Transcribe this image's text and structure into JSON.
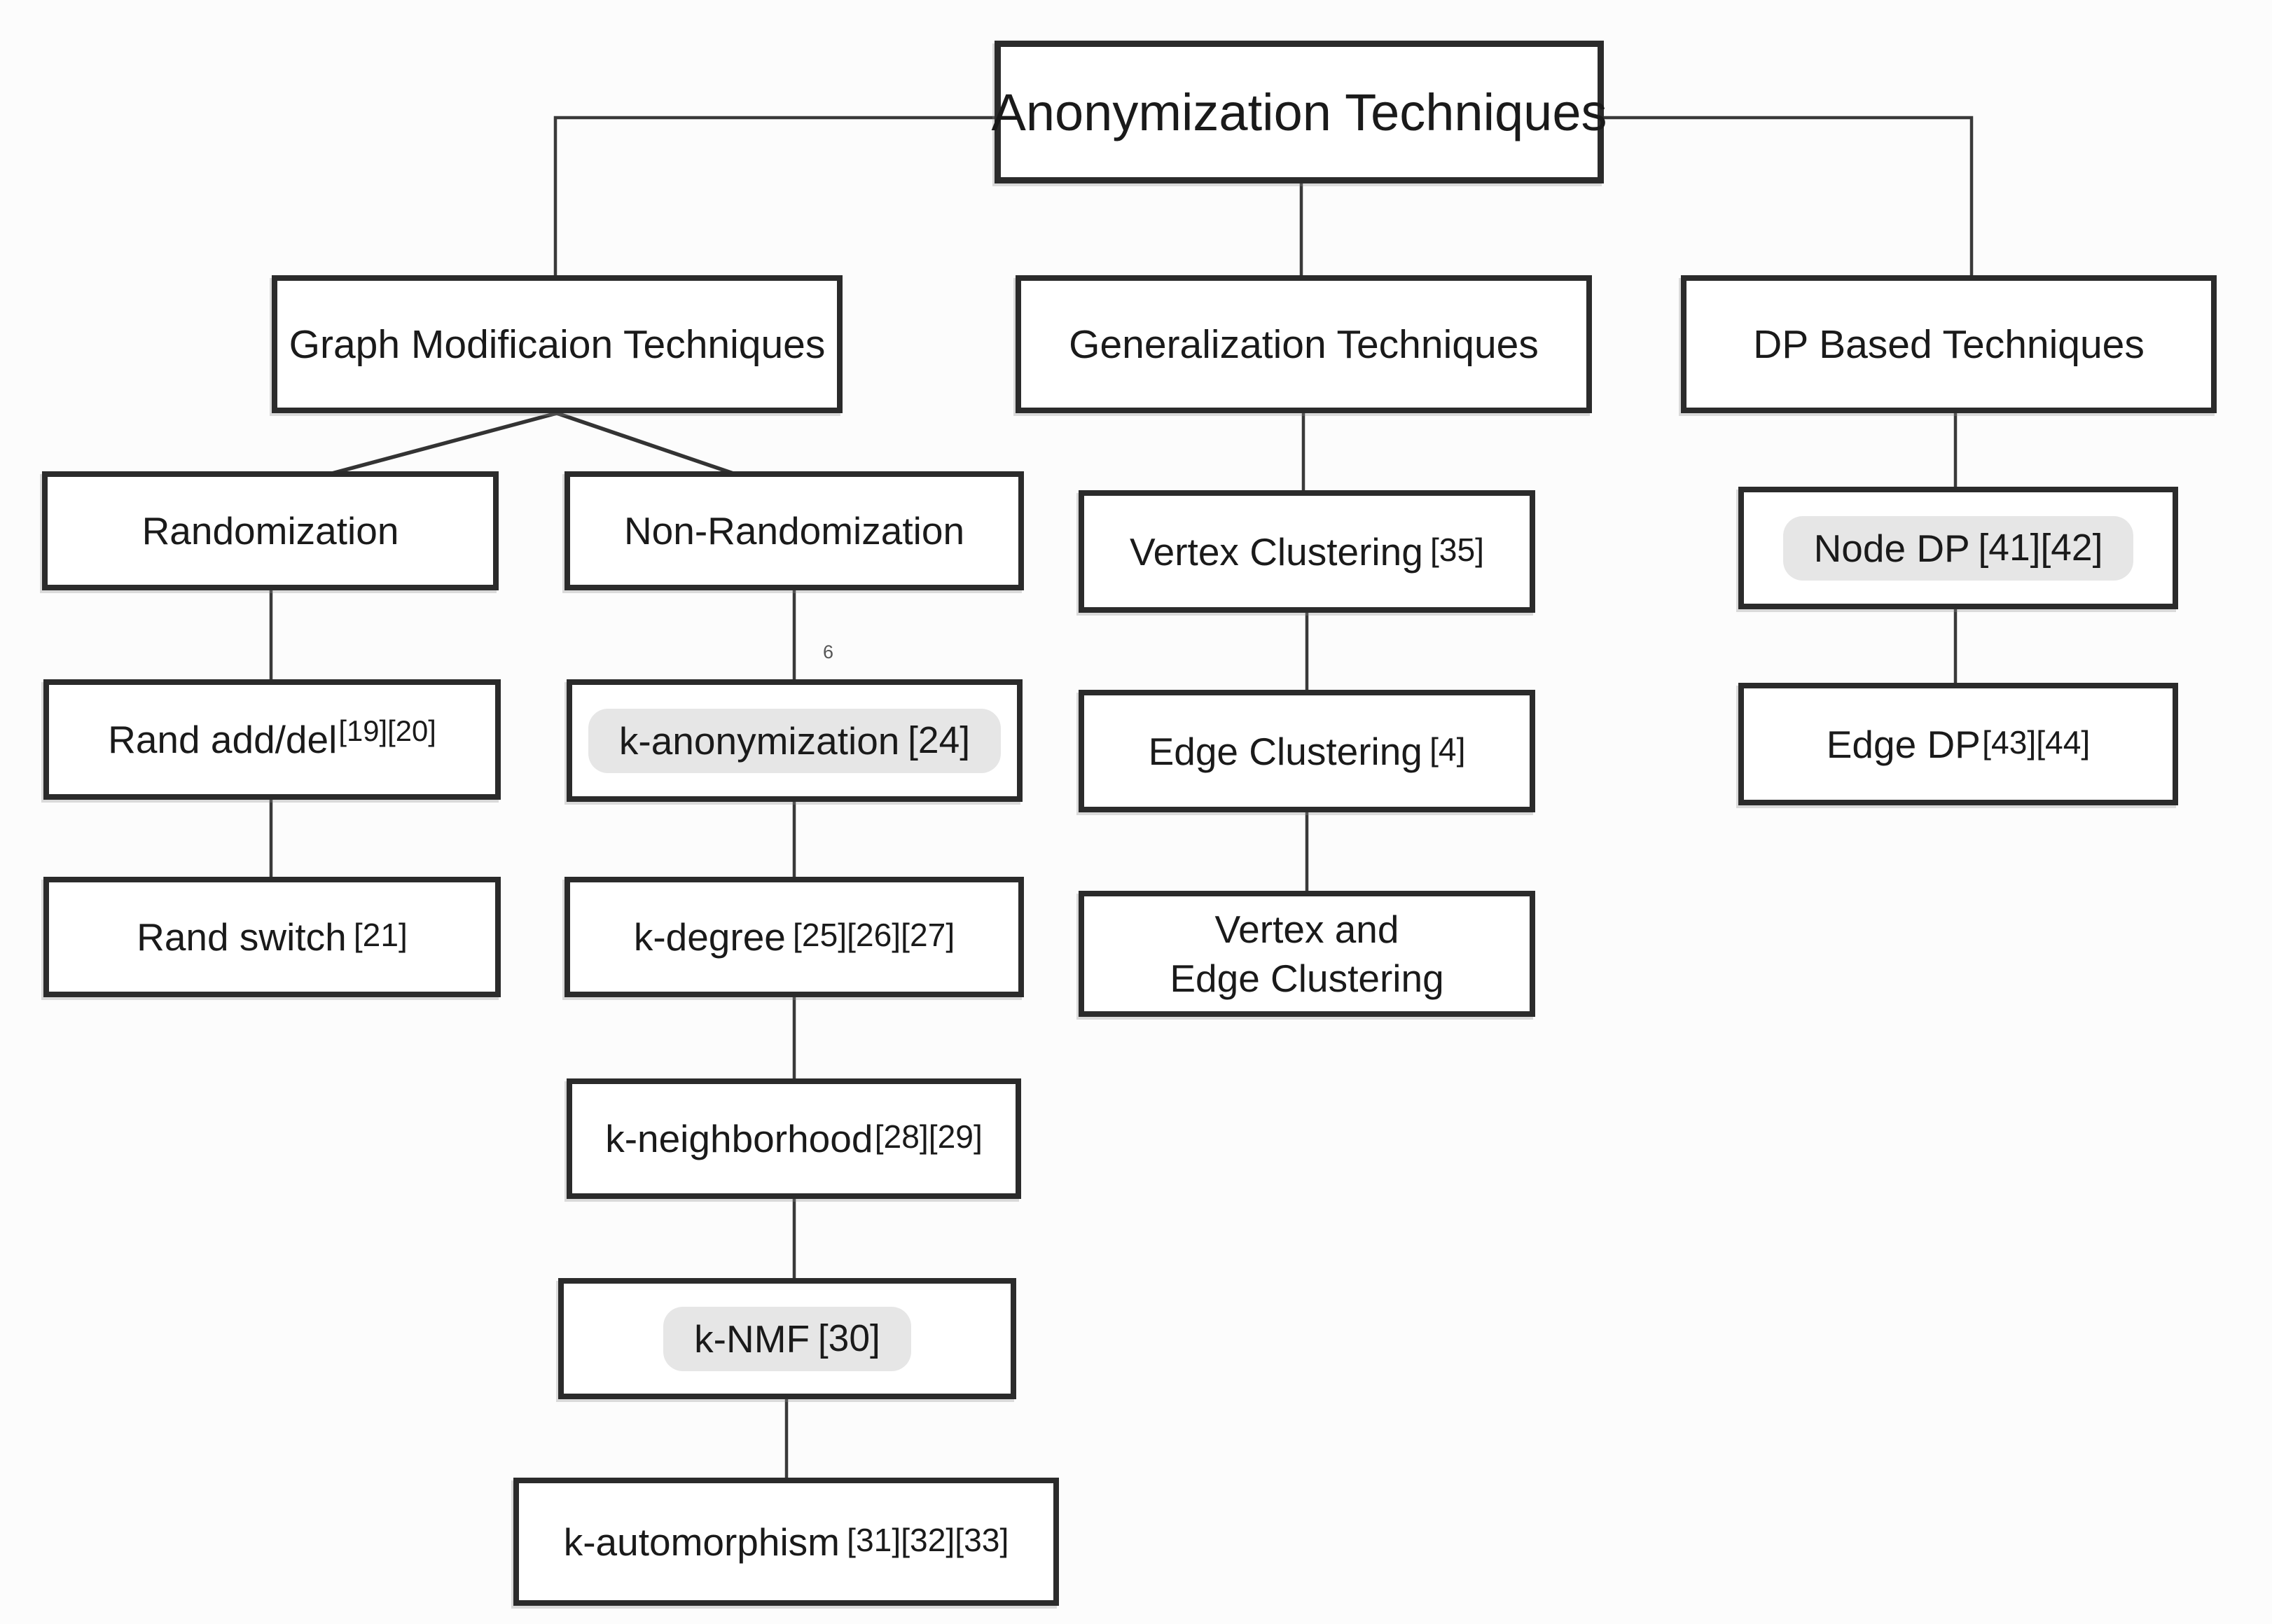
{
  "diagram": {
    "nodes": {
      "root": {
        "label": "Anonymization Techniques"
      },
      "graph_mod": {
        "label": "Graph Modificaion Techniques"
      },
      "generalization": {
        "label": "Generalization Techniques"
      },
      "dp_based": {
        "label": "DP Based Techniques"
      },
      "randomization": {
        "label": "Randomization"
      },
      "non_randomization": {
        "label": "Non-Randomization"
      },
      "rand_add_del": {
        "label": "Rand add/del",
        "ref": "[19][20]"
      },
      "rand_switch": {
        "label": "Rand switch",
        "ref": "[21]"
      },
      "k_anonymization": {
        "label": "k-anonymization",
        "ref": "[24]"
      },
      "k_degree": {
        "label": "k-degree",
        "ref": "[25][26][27]"
      },
      "k_neighborhood": {
        "label": "k-neighborhood",
        "ref": "[28][29]"
      },
      "k_nmf": {
        "label": "k-NMF",
        "ref": "[30]"
      },
      "k_automorphism": {
        "label": "k-automorphism",
        "ref": "[31][32][33]"
      },
      "vertex_clustering": {
        "label": "Vertex Clustering",
        "ref": "[35]"
      },
      "edge_clustering": {
        "label": "Edge Clustering",
        "ref": "[4]"
      },
      "vertex_edge_clustering": {
        "line1": "Vertex and",
        "line2": "Edge Clustering"
      },
      "node_dp": {
        "label": "Node DP",
        "ref": "[41][42]"
      },
      "edge_dp": {
        "label": "Edge DP",
        "ref": "[43][44]"
      }
    },
    "artifact_mark": "6",
    "colors": {
      "border": "#2b2b2b",
      "highlight": "#e6e6e6",
      "line": "#3a3a3a",
      "background": "#fcfcfc"
    }
  }
}
